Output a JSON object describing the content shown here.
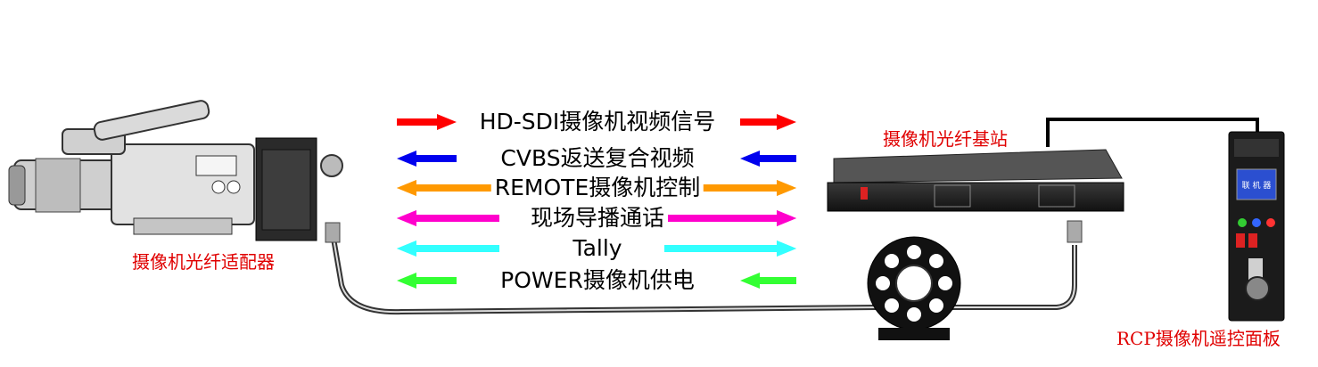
{
  "devices": {
    "camera_adapter": "摄像机光纤适配器",
    "base_station": "摄像机光纤基站",
    "rcp_panel": "RCP摄像机遥控面板"
  },
  "signals": [
    {
      "label": "HD-SDI摄像机视频信号",
      "direction": "right",
      "color": "#ff0000"
    },
    {
      "label": "CVBS返送复合视频",
      "direction": "left",
      "color": "#0000ee"
    },
    {
      "label": "REMOTE摄像机控制",
      "direction": "both",
      "color": "#ff9900"
    },
    {
      "label": "现场导播通话",
      "direction": "both",
      "color": "#ff00cc"
    },
    {
      "label": "Tally",
      "direction": "both",
      "color": "#33ffff"
    },
    {
      "label": "POWER摄像机供电",
      "direction": "left",
      "color": "#33ff33"
    }
  ],
  "rcp_screen": "联 机 器"
}
